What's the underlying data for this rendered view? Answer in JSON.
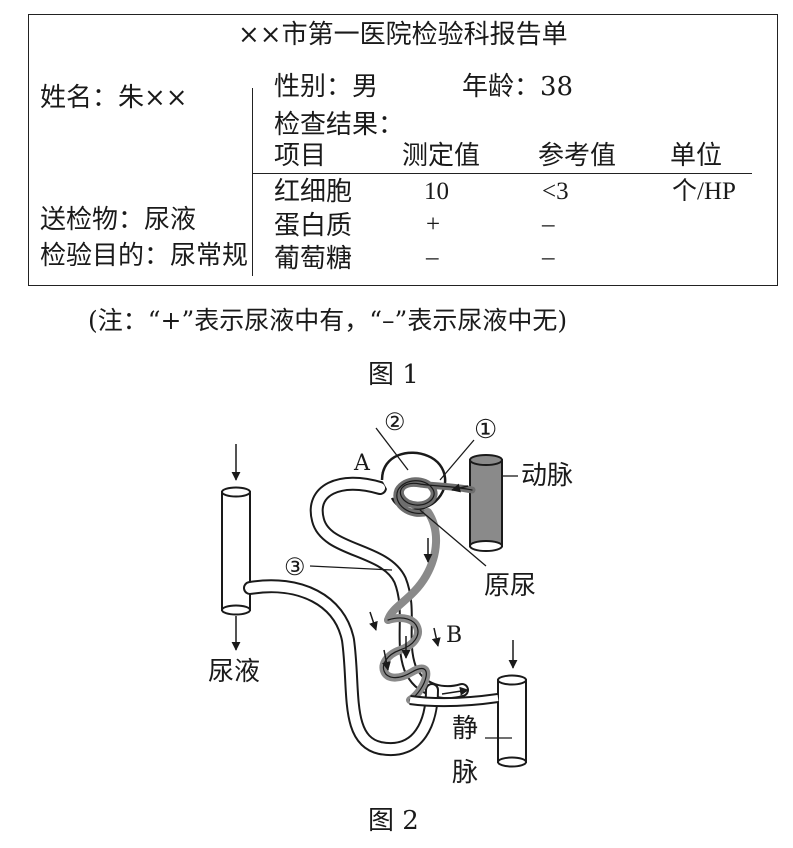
{
  "figure1": {
    "title": "××市第一医院检验科报告单",
    "patient": {
      "name": "姓名：朱××",
      "gender": "性别：男",
      "age": "年龄：38",
      "specimen": "送检物：尿液",
      "purpose": "检验目的：尿常规"
    },
    "results_label": "检查结果：",
    "columns": [
      "项目",
      "测定值",
      "参考值",
      "单位"
    ],
    "rows": [
      {
        "item": "红细胞",
        "value": "10",
        "reference": "<3",
        "unit": "个/HP"
      },
      {
        "item": "蛋白质",
        "value": "+",
        "reference": "–",
        "unit": ""
      },
      {
        "item": "葡萄糖",
        "value": "–",
        "reference": "–",
        "unit": ""
      }
    ],
    "note": "(注：“+”表示尿液中有，“–”表示尿液中无)",
    "caption": "图 1"
  },
  "figure2": {
    "labels": {
      "num2": "②",
      "num1": "①",
      "num3": "③",
      "A": "A",
      "B": "B",
      "artery": "动脉",
      "primary_urine": "原尿",
      "urine": "尿液",
      "vein_1": "静",
      "vein_2": "脉"
    },
    "caption": "图 2"
  }
}
